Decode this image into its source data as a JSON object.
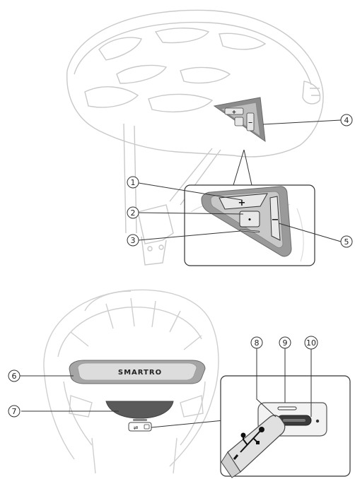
{
  "callouts": [
    "1",
    "2",
    "3",
    "4",
    "5",
    "6",
    "7",
    "8",
    "9",
    "10"
  ],
  "buttons": {
    "plus": "+",
    "minus": "−",
    "center": "•"
  },
  "brand": "SMARTRO",
  "icons": {
    "usb": "usb-icon"
  },
  "colors": {
    "line": "#333333",
    "helmet_stroke": "#c9c9c9",
    "module_dark": "#6a6a6a",
    "module_light": "#d9d9d9",
    "port": "#3a3a3a"
  }
}
